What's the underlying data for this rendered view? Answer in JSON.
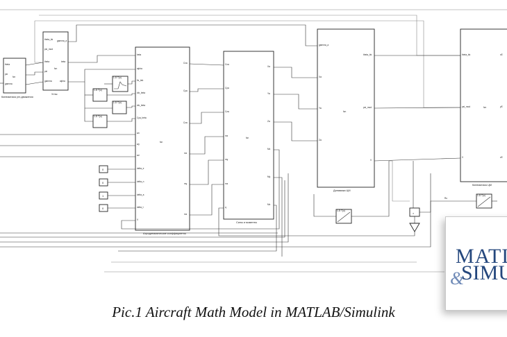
{
  "caption": "Pic.1 Aircraft Math Model in MATLAB/Simulink",
  "logo": {
    "line1": "MATLAB",
    "line2": "SIMULINK",
    "ampersand": "&",
    "brand_color": "#24477d"
  },
  "blocks": {
    "kinematics_ang": {
      "title": "Кинематика угл.движения",
      "inputs": [
        "theta",
        "psi",
        "gamma"
      ],
      "outputs": [
        "",
        "",
        ""
      ],
      "fcn": "fcn"
    },
    "angles": {
      "title": "Углы",
      "inputs": [
        "theta_bk",
        "psi_mod",
        "theta",
        "psi",
        "gamma"
      ],
      "outputs": [
        "gamma_a",
        "beta",
        "alpha"
      ],
      "fcn": "fcn"
    },
    "aero": {
      "title": "Аэродинамические коэффициенты",
      "inputs": [
        "beta",
        "alpha",
        "fix_tek",
        "dlx_beta",
        "dlx_beta",
        "Cya_beta",
        "wx",
        "wy",
        "wz",
        "delta_e",
        "delta_n",
        "delta_a",
        "delta_t",
        "V"
      ],
      "outputs": [
        "Cxa",
        "Cya",
        "Cza",
        "mx",
        "my",
        "mz"
      ],
      "fcn": "fcn"
    },
    "forces": {
      "title": "Силы и моменты",
      "inputs": [
        "Cxa",
        "Cya",
        "Cza",
        "mx",
        "my",
        "mz",
        "q"
      ],
      "outputs": [
        "Xa",
        "Ya",
        "Za",
        "Mx",
        "My",
        "Mz"
      ],
      "fcn": "fcn"
    },
    "dynamics": {
      "title": "Динамика ЦМ",
      "inputs": [
        "gamma_a",
        "Xa",
        "Ya",
        "Za"
      ],
      "outputs": [
        "theta_bk",
        "psi_mod",
        "V"
      ],
      "fcn": "fcn"
    },
    "cm_kin": {
      "title": "Кинематика ЦМ",
      "inputs": [
        "theta_bk",
        "psi_mod",
        "V"
      ],
      "outputs": [
        "xE",
        "yE",
        "zE"
      ],
      "fcn": "fcn"
    }
  },
  "lookup_label": "1-D T(u)",
  "constants": [
    "0",
    "0",
    "1",
    "0"
  ],
  "product_label": "×",
  "misc": {
    "rho_label": "Ro"
  }
}
